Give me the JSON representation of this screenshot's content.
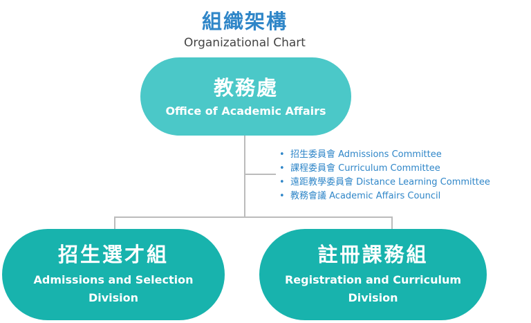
{
  "header": {
    "title_zh": "組織架構",
    "title_en": "Organizational Chart"
  },
  "top_unit": {
    "name_zh": "教務處",
    "name_en": "Office of Academic Affairs"
  },
  "committees": [
    "招生委員會 Admissions Committee",
    "課程委員會 Curriculum Committee",
    "遠距教學委員會 Distance Learning Committee",
    "教務會議 Academic Affairs Council"
  ],
  "divisions": [
    {
      "name_zh": "招生選才組",
      "name_en": "Admissions and Selection Division"
    },
    {
      "name_zh": "註冊課務組",
      "name_en": "Registration and Curriculum Division"
    }
  ],
  "colors": {
    "title": "#2f86c8",
    "top_node": "#4bc8c8",
    "division_node": "#18b3ad",
    "connector": "#bbbbbb"
  }
}
